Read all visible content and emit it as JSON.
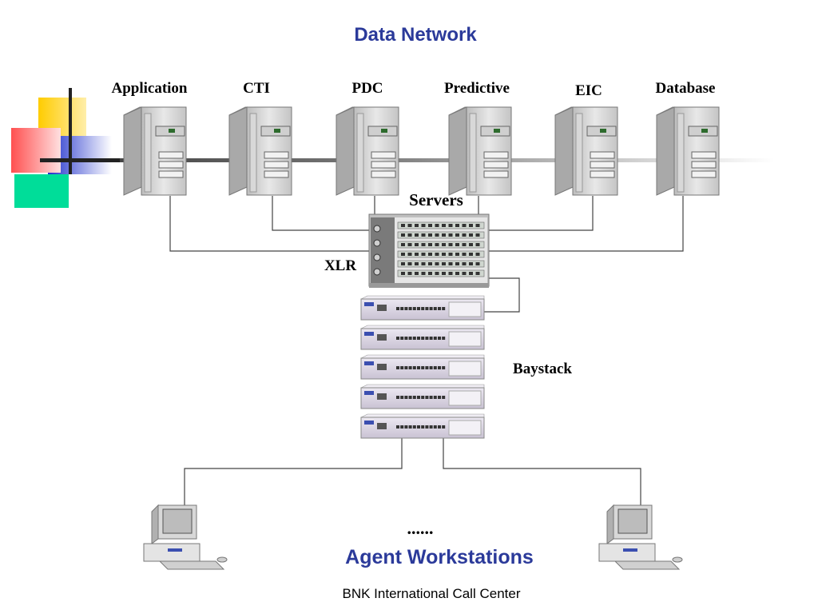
{
  "slide": {
    "title": "Data Network",
    "servers_label": "Servers",
    "xlr_label": "XLR",
    "baystack_label": "Baystack",
    "ellipsis": "......",
    "workstations_label": "Agent Workstations",
    "footer": "BNK International Call Center"
  },
  "servers": [
    {
      "label": "Application"
    },
    {
      "label": "CTI"
    },
    {
      "label": "PDC"
    },
    {
      "label": "Predictive"
    },
    {
      "label": "EIC"
    },
    {
      "label": "Database"
    }
  ],
  "colors": {
    "title": "#2b3a9a",
    "deco_yellow": "#ffcc00",
    "deco_red": "#ff3333",
    "deco_blue": "#2233cc",
    "deco_green": "#00dd99",
    "server_body": "#dadada",
    "switch_body": "#d8d2e0"
  }
}
